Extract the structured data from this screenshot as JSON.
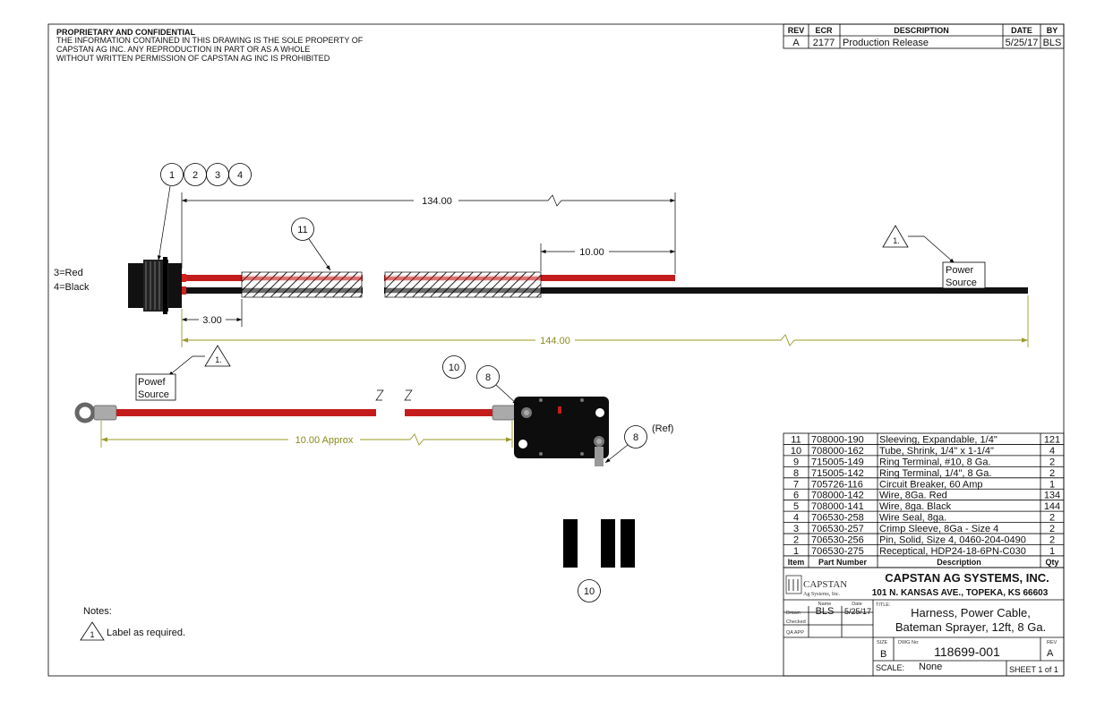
{
  "notice": {
    "title": "PROPRIETARY AND CONFIDENTIAL",
    "lines": [
      "THE INFORMATION CONTAINED IN THIS DRAWING IS THE SOLE PROPERTY OF",
      "CAPSTAN AG INC. ANY REPRODUCTION IN PART OR AS A WHOLE",
      "WITHOUT WRITTEN PERMISSION OF CAPSTAN AG INC IS PROHIBITED"
    ]
  },
  "revision_block": {
    "headers": {
      "rev": "REV",
      "ecr": "ECR",
      "description": "DESCRIPTION",
      "date": "DATE",
      "by": "BY"
    },
    "row": {
      "rev": "A",
      "ecr": "2177",
      "description": "Production Release",
      "date": "5/25/17",
      "by": "BLS"
    }
  },
  "drawing": {
    "balloons_connector": [
      "1",
      "2",
      "3",
      "4"
    ],
    "balloon_sleeve": "11",
    "balloon_shrink_1": "10",
    "balloon_terminal_1": "8",
    "balloon_terminal_2": "8",
    "balloon_shrink_2": "10",
    "ref_label": "(Ref)",
    "wire_labels": [
      "3=Red",
      "4=Black"
    ],
    "dims": {
      "overall_red": "134.00",
      "strip_red": "10.00",
      "sleeve_offset": "3.00",
      "overall_black": "144.00",
      "lead": "10.00 Approx"
    },
    "note_flag": "1.",
    "power_source_label": [
      "Power",
      "Source"
    ],
    "power_source_label_lower": [
      "Powef",
      "Source"
    ]
  },
  "notes": {
    "heading": "Notes:",
    "items": [
      {
        "flag": "1",
        "text": "Label as required."
      }
    ]
  },
  "bom": {
    "headers": {
      "item": "Item",
      "part": "Part Number",
      "description": "Description",
      "qty": "Qty"
    },
    "rows": [
      {
        "item": "11",
        "part": "708000-190",
        "description": "Sleeving, Expandable, 1/4\"",
        "qty": "121"
      },
      {
        "item": "10",
        "part": "708000-162",
        "description": "Tube, Shrink, 1/4\" x 1-1/4\"",
        "qty": "4"
      },
      {
        "item": "9",
        "part": "715005-149",
        "description": "Ring Terminal, #10,  8 Ga.",
        "qty": "2"
      },
      {
        "item": "8",
        "part": "715005-142",
        "description": "Ring Terminal, 1/4\", 8 Ga.",
        "qty": "2"
      },
      {
        "item": "7",
        "part": "705726-116",
        "description": "Circuit Breaker, 60 Amp",
        "qty": "1"
      },
      {
        "item": "6",
        "part": "708000-142",
        "description": "Wire, 8Ga. Red",
        "qty": "134"
      },
      {
        "item": "5",
        "part": "708000-141",
        "description": "Wire, 8ga. Black",
        "qty": "144"
      },
      {
        "item": "4",
        "part": "706530-258",
        "description": "Wire Seal, 8ga.",
        "qty": "2"
      },
      {
        "item": "3",
        "part": "706530-257",
        "description": "Crimp Sleeve, 8Ga - Size 4",
        "qty": "2"
      },
      {
        "item": "2",
        "part": "706530-256",
        "description": "Pin, Solid, Size 4, 0460-204-0490",
        "qty": "2"
      },
      {
        "item": "1",
        "part": "706530-275",
        "description": "Receptical, HDP24-18-6PN-C030",
        "qty": "1"
      }
    ]
  },
  "title_block": {
    "logo_text": "CAPSTAN",
    "logo_sub": "Ag Systems, Inc.",
    "company": "CAPSTAN AG SYSTEMS, INC.",
    "address": "101 N. KANSAS AVE., TOPEKA, KS 66603",
    "name_label": "Name",
    "date_label": "Date",
    "drawn_label": "Drawn",
    "checked_label": "Checked",
    "qa_label": "QA APP",
    "drawn_name": "BLS",
    "drawn_date": "5/25/17",
    "title_label": "TITLE:",
    "title_lines": [
      "Harness, Power Cable,",
      "Bateman Sprayer, 12ft, 8 Ga."
    ],
    "size_label": "SIZE",
    "size": "B",
    "dwg_label": "DWG No:",
    "dwg_no": "118699-001",
    "rev_label": "REV",
    "rev": "A",
    "scale_label": "SCALE:",
    "scale": "None",
    "sheet": "SHEET 1 of 1"
  }
}
